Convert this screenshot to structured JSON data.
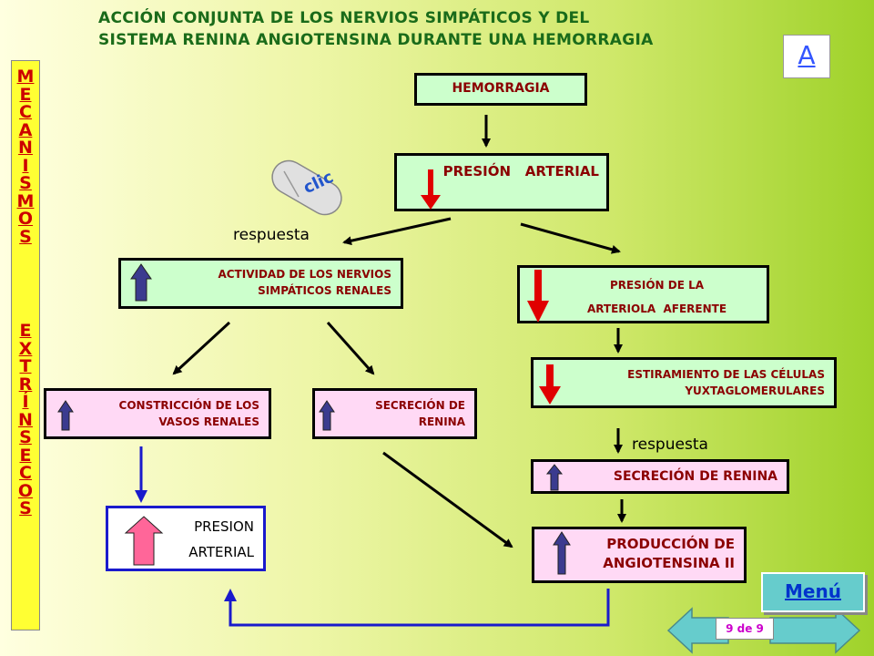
{
  "title": {
    "line1": "ACCIÓN CONJUNTA DE LOS NERVIOS SIMPÁTICOS Y DEL",
    "line2": "SISTEMA RENINA ANGIOTENSINA DURANTE UNA HEMORRAGIA"
  },
  "side": {
    "word1": [
      "M",
      "E",
      "C",
      "A",
      "N",
      "I",
      "S",
      "M",
      "O",
      "S"
    ],
    "word2": [
      "E",
      "X",
      "T",
      "R",
      "Í",
      "N",
      "S",
      "E",
      "C",
      "O",
      "S"
    ]
  },
  "nav": {
    "a_label": "A",
    "menu_label": "Menú",
    "page_indicator": "9 de 9"
  },
  "mouse": {
    "label": "clic"
  },
  "labels": {
    "respuesta_left": "respuesta",
    "respuesta_right": "respuesta"
  },
  "boxes": {
    "hemorragia": "HEMORRAGIA",
    "presion_arterial": "PRESIÓN   ARTERIAL",
    "actividad_l1": "ACTIVIDAD DE LOS NERVIOS",
    "actividad_l2": "SIMPÁTICOS RENALES",
    "presion_arteriola_l1": "PRESIÓN DE LA",
    "presion_arteriola_l2": "ARTERIOLA  AFERENTE",
    "estiramiento_l1": "ESTIRAMIENTO DE LAS CÉLULAS",
    "estiramiento_l2": "YUXTAGLOMERULARES",
    "constriccion_l1": "CONSTRICCIÓN DE LOS",
    "constriccion_l2": "VASOS RENALES",
    "secrecion_l1": "SECRECIÓN DE",
    "secrecion_l2": "RENINA",
    "secrecion_renina": "SECRECIÓN DE RENINA",
    "produccion_l1": "PRODUCCIÓN DE",
    "produccion_l2": "ANGIOTENSINA II",
    "presion_final_l1": "PRESION",
    "presion_final_l2": "ARTERIAL"
  },
  "colors": {
    "title": "#1a6b1a",
    "box_text": "#8b0000",
    "arrow_up": "#3b3b8f",
    "arrow_down": "#e00000",
    "arrow_pink": "#ff6699",
    "connector_blue": "#1a1acc"
  }
}
